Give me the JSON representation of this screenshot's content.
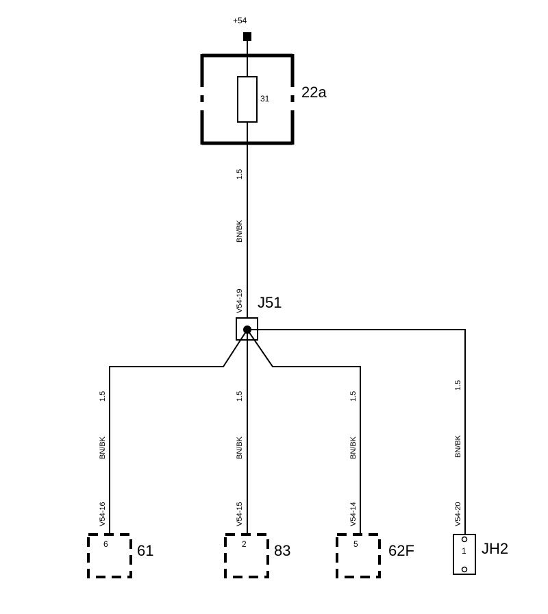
{
  "power": {
    "label": "+54"
  },
  "fuse_box": {
    "id": "22a",
    "fuse_number": "31"
  },
  "feed_wire": {
    "gauge": "1.5",
    "color": "BN/BK",
    "connector_pin": "V54-19"
  },
  "junction": {
    "id": "J51"
  },
  "branches": [
    {
      "gauge": "1.5",
      "color": "BN/BK",
      "connector_pin": "V54-16",
      "component_id": "61",
      "pin": "6"
    },
    {
      "gauge": "1.5",
      "color": "BN/BK",
      "connector_pin": "V54-15",
      "component_id": "83",
      "pin": "2"
    },
    {
      "gauge": "1.5",
      "color": "BN/BK",
      "connector_pin": "V54-14",
      "component_id": "62F",
      "pin": "5"
    },
    {
      "gauge": "1.5",
      "color": "BN/BK",
      "connector_pin": "V54-20",
      "component_id": "JH2",
      "pin": "1"
    }
  ]
}
